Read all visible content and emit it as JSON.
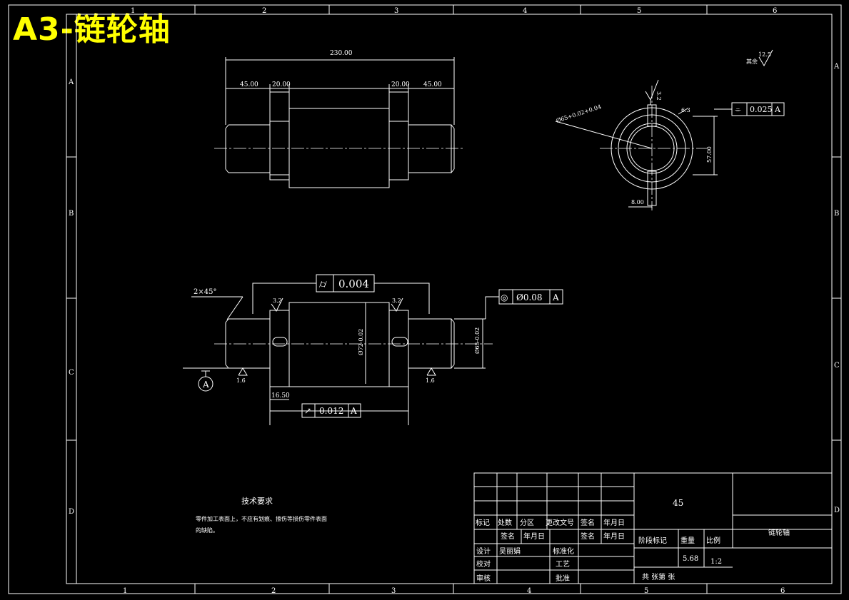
{
  "stamp": "A3-链轮轴",
  "border": {
    "cols_top": [
      "1",
      "2",
      "3",
      "4",
      "5",
      "6"
    ],
    "cols_bottom": [
      "1",
      "2",
      "3",
      "4",
      "5",
      "6"
    ],
    "rows": [
      "A",
      "B",
      "C",
      "D"
    ]
  },
  "top_view": {
    "overall_dim": "230.00",
    "left_end_dim": "45.00",
    "left_collar_dim": "20.00",
    "right_collar_dim": "20.00",
    "right_end_dim": "45.00"
  },
  "section": {
    "roughness_corner_value": "12.5",
    "roughness_corner_note": "其余",
    "keyway_roughness": "3.2",
    "groove_roughness": "6.3",
    "diameter_note": "Ø65+0.02+0.04",
    "depth_dim": "57.00",
    "width_dim": "8.00",
    "symmetry_symbol": "⌯",
    "symmetry_tol": "0.025",
    "symmetry_datum": "A"
  },
  "front_view": {
    "chamfer": "2×45°",
    "cyl_symbol": "⌭",
    "cyl_tol": "0.004",
    "conc_symbol": "◎",
    "conc_tol": "Ø0.08",
    "conc_datum": "A",
    "runout_symbol": "↗",
    "runout_tol": "0.012",
    "runout_datum": "A",
    "rough_left_collar": "3.2",
    "rough_right_collar": "3.2",
    "rough_left_end": "1.6",
    "rough_right_end": "1.6",
    "datum_label": "A",
    "offset_dim": "16.50",
    "center_dia": "Ø72-0.02",
    "end_dia": "Ø65-0.02"
  },
  "tech_req": {
    "title": "技术要求",
    "line1": "零件加工表面上，不应有划痕、擦伤等损伤零件表面",
    "line2": "的缺陷。"
  },
  "title_block": {
    "material": "45",
    "part_name": "链轮轴",
    "row_labels1": [
      "标记",
      "处数",
      "分区",
      "更改文号",
      "签名",
      "年月日"
    ],
    "row_labels2": [
      "签名",
      "年月日",
      "签名",
      "年月日"
    ],
    "design_label": "设计",
    "designer": "吴丽娟",
    "standard_label": "标准化",
    "check_label": "校对",
    "process_label": "工艺",
    "review_label": "审核",
    "approve_label": "批准",
    "stage_label": "阶段标记",
    "weight_label": "重量",
    "scale_label": "比例",
    "weight": "5.68",
    "scale": "1:2",
    "sheets": "共  张第  张"
  }
}
